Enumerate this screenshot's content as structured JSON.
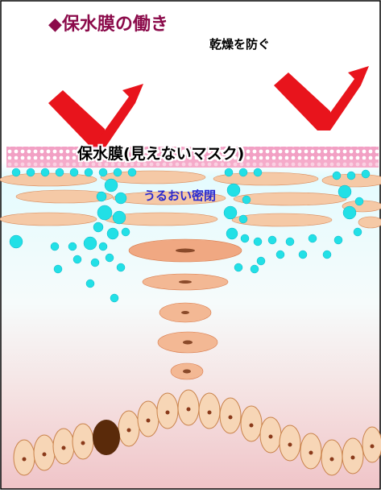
{
  "title": "◆保水膜の働き",
  "subtitle": "乾燥を防ぐ",
  "labels": {
    "mask": "保水膜(見えないマスク)",
    "moisture": "うるおい密閉"
  },
  "colors": {
    "title": "#8b0a4a",
    "arrow": "#e8141c",
    "film": "#e84a8a",
    "cell": "#f5c9a6",
    "moisture": "#22e0e6",
    "moisture_label": "#2a2ad0",
    "melanin": "#5a2a0a"
  },
  "icons": [
    "arrow-check-icon",
    "arrow-check-icon"
  ]
}
